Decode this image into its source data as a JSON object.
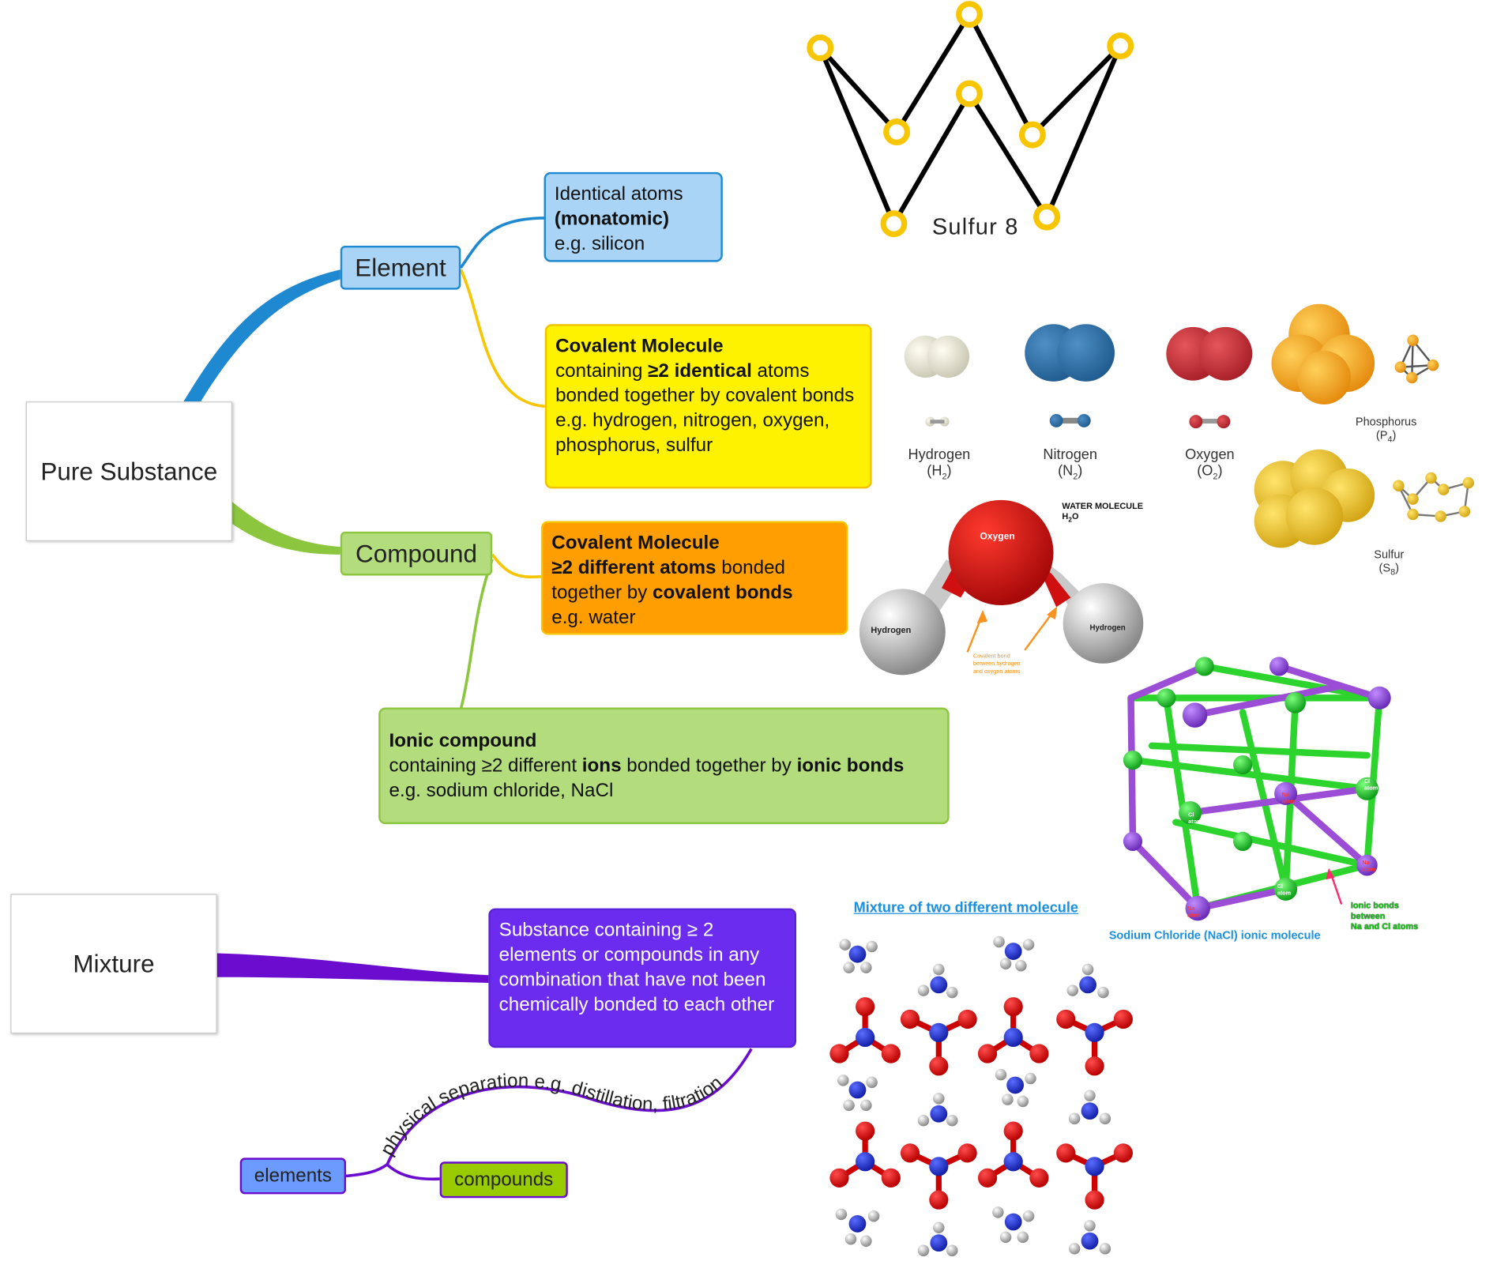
{
  "roots": {
    "pure_substance": "Pure Substance",
    "mixture": "Mixture"
  },
  "element": {
    "label": "Element",
    "identical_box": {
      "line1": "Identical atoms",
      "line2": "(monatomic)",
      "line3": "e.g. silicon"
    },
    "covalent_box": {
      "title": "Covalent Molecule",
      "pre": "containing ",
      "strong": "≥2 identical",
      "post": " atoms bonded together by covalent bonds",
      "example": "e.g. hydrogen, nitrogen, oxygen, phosphorus, sulfur"
    }
  },
  "compound": {
    "label": "Compound",
    "covalent_box": {
      "title": "Covalent Molecule",
      "strong1": "≥2 different atoms",
      "mid": " bonded together by ",
      "strong2": "covalent bonds",
      "example": "e.g. water"
    },
    "ionic_box": {
      "title": "Ionic compound",
      "pre": "containing ≥2 different ",
      "strong1": "ions",
      "mid": " bonded together by ",
      "strong2": "ionic bonds",
      "post": " e.g. sodium chloride, NaCl"
    }
  },
  "mixture": {
    "box": "Substance containing ≥ 2 elements or compounds in any combination that have not been chemically bonded to each other",
    "separation_label": "physical separation e.g. distillation, filtration",
    "elements": "elements",
    "compounds": "compounds"
  },
  "figures": {
    "sulfur8": "Sulfur 8",
    "hydrogen": {
      "name": "Hydrogen",
      "formula_pre": "(H",
      "sub": "2",
      "formula_post": ")"
    },
    "nitrogen": {
      "name": "Nitrogen",
      "formula_pre": "(N",
      "sub": "2",
      "formula_post": ")"
    },
    "oxygen": {
      "name": "Oxygen",
      "formula_pre": "(O",
      "sub": "2",
      "formula_post": ")"
    },
    "phosphorus": {
      "name": "Phosphorus",
      "formula_pre": "(P",
      "sub": "4",
      "formula_post": ")"
    },
    "sulfur": {
      "name": "Sulfur",
      "formula_pre": "(S",
      "sub": "8",
      "formula_post": ")"
    },
    "water": {
      "title": "WATER MOLECULE",
      "formula_pre": "H",
      "sub": "2",
      "formula_post": "O",
      "oxygen": "Oxygen",
      "hydrogen_left": "Hydrogen",
      "hydrogen_right": "Hydrogen",
      "bond_note_1": "Covalent bond",
      "bond_note_2": "between hydrogen",
      "bond_note_3": "and oxygen atoms"
    },
    "nacl": {
      "caption": "Sodium Chloride (NaCl) ionic molecule",
      "bonds_1": "Ionic bonds",
      "bonds_2": "between",
      "bonds_3": "Na and Cl atoms",
      "cl": "Cl",
      "na": "Na",
      "atom": "atom"
    },
    "mixture_title": "Mixture of two different molecule"
  },
  "colors": {
    "element_fill": "#a9d4f5",
    "element_border": "#1e88d1",
    "covalent_el_fill": "#fff200",
    "covalent_el_border": "#f2c200",
    "compound_fill": "#b3dc7c",
    "compound_border": "#8cc63f",
    "covalent_comp_fill": "#ff9e00",
    "covalent_comp_border": "#f7c600",
    "mixture_fill": "#6b2cf0",
    "mixture_border": "#5a22d6",
    "elements_pill": "#6b9bff",
    "compounds_pill": "#99cc00"
  }
}
